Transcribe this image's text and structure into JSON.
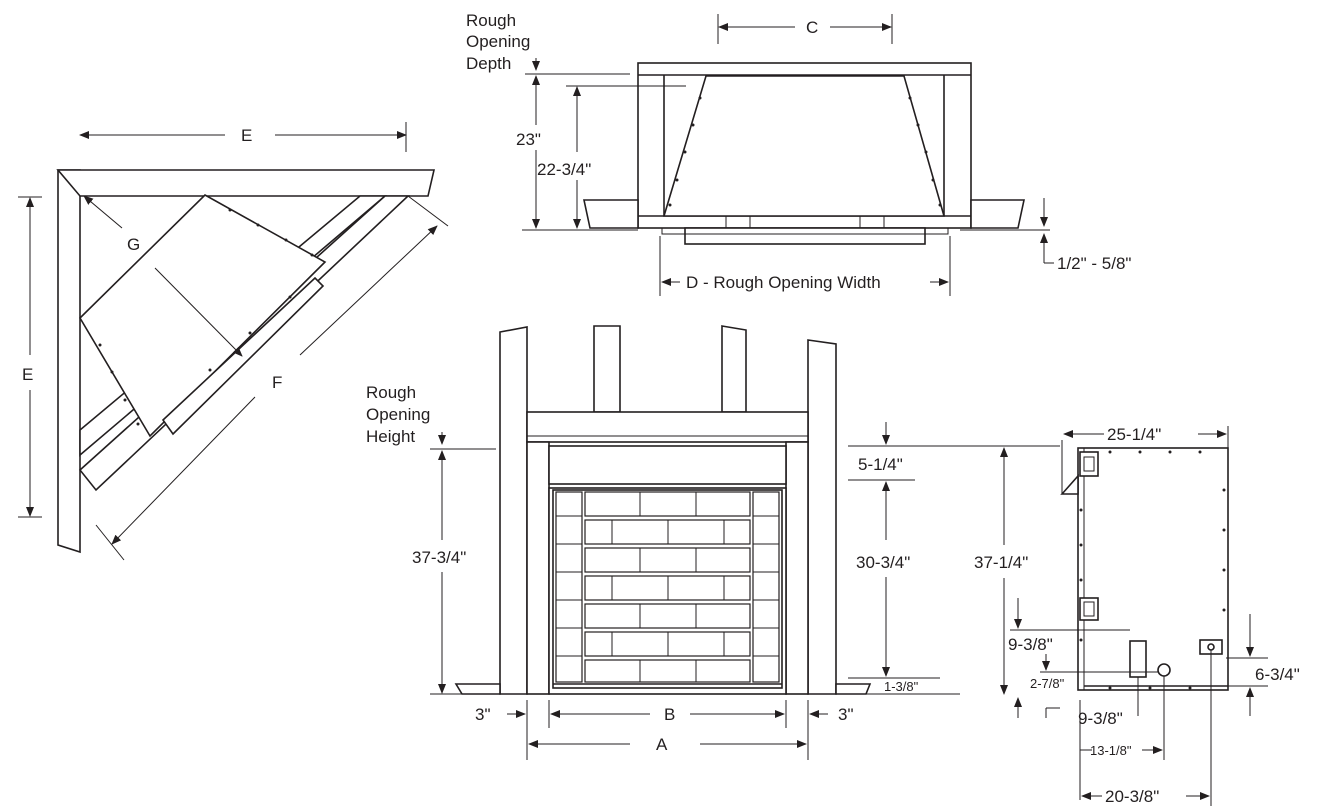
{
  "labels": {
    "rough_opening_depth": [
      "Rough",
      "Opening",
      "Depth"
    ],
    "rough_opening_height": [
      "Rough",
      "Opening",
      "Height"
    ],
    "dim_c": "C",
    "dim_d": "D - Rough Opening Width",
    "dim_23": "23\"",
    "dim_22_3_4": "22-3/4\"",
    "dim_half_5_8": "1/2\" - 5/8\"",
    "dim_e_top": "E",
    "dim_e_side": "E",
    "dim_f": "F",
    "dim_g": "G",
    "dim_37_3_4": "37-3/4\"",
    "dim_3_left": "3\"",
    "dim_3_right": "3\"",
    "dim_b": "B",
    "dim_a": "A",
    "dim_5_1_4": "5-1/4\"",
    "dim_30_3_4": "30-3/4\"",
    "dim_1_3_8": "1-3/8\"",
    "dim_25_1_4": "25-1/4\"",
    "dim_37_1_4": "37-1/4\"",
    "dim_9_3_8_a": "9-3/8\"",
    "dim_2_7_8": "2-7/8\"",
    "dim_9_3_8_b": "9-3/8\"",
    "dim_13_1_8": "13-1/8\"",
    "dim_6_3_4": "6-3/4\"",
    "dim_20_3_8": "20-3/8\""
  }
}
